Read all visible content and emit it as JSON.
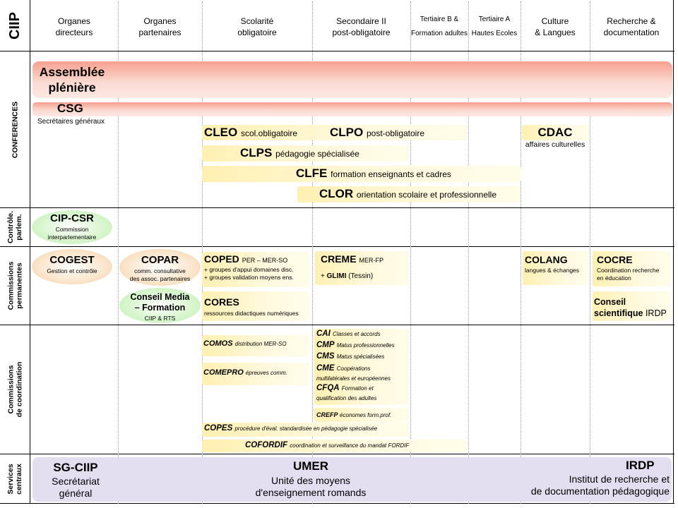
{
  "brand": "CIIP",
  "columns": [
    {
      "label": "Organes\ndirecteurs"
    },
    {
      "label": "Organes\npartenaires"
    },
    {
      "label": "Scolarité\nobligatoire"
    },
    {
      "label": "Secondaire II\npost-obligatoire"
    },
    {
      "label": "Tertiaire B  &\nFormation adultes"
    },
    {
      "label": "Tertiaire A\nHautes Ecoles"
    },
    {
      "label": "Culture\n& Langues"
    },
    {
      "label": "Recherche  &\ndocumentation"
    }
  ],
  "rows": [
    {
      "label": "CONFERENCES"
    },
    {
      "label": "Contrôle.\nparlem."
    },
    {
      "label": "Commissions\npermanentes"
    },
    {
      "label": "Commissions\nde coordination"
    },
    {
      "label": "Services\ncentraux"
    }
  ],
  "conferences": {
    "assemblee_line1": "Assemblée",
    "assemblee_line2": "plénière",
    "csg": "CSG",
    "csg_sub": "Secrétaires généraux",
    "cleo": "CLEO",
    "cleo_sub": "scol.obligatoire",
    "clpo": "CLPO",
    "clpo_sub": "post-obligatoire",
    "cdac": "CDAC",
    "cdac_sub": "affaires culturelles",
    "clps": "CLPS",
    "clps_sub": "pédagogie spécialisée",
    "clfe": "CLFE",
    "clfe_sub": "formation enseignants et cadres",
    "clor": "CLOR",
    "clor_sub": "orientation scolaire et professionnelle"
  },
  "controle": {
    "cipcsr": "CIP-CSR",
    "cipcsr_sub1": "Commission",
    "cipcsr_sub2": "interparlementaire"
  },
  "permanentes": {
    "cogest": "COGEST",
    "cogest_sub": "Gestion et contrôle",
    "copar": "COPAR",
    "copar_sub1": "comm. consultative",
    "copar_sub2": "des assoc. partenaires",
    "media_line1": "Conseil Media",
    "media_line2": "– Formation",
    "media_sub": "CIIP  & RTS",
    "coped": "COPED",
    "coped_sub": "PER  – MER-SO",
    "coped_l2": "+ groupes d'appui domaines disc.",
    "coped_l3": "+ groupes validation moyens ens.",
    "cores": "CORES",
    "cores_sub": "ressources didactiques  numériques",
    "creme": "CREME",
    "creme_sub": "MER-FP",
    "glimi_pre": "+",
    "glimi": "GLIMI",
    "glimi_sub": "(Tessin)",
    "colang": "COLANG",
    "colang_sub": "langues &  échanges",
    "cocre": "COCRE",
    "cocre_sub1": "Coordination recherche",
    "cocre_sub2": "en éducation",
    "conseil_l1": "Conseil",
    "conseil_l2": "scientifique",
    "conseil_irdp": "IRDP"
  },
  "coordination": {
    "comos": "COMOS",
    "comos_sub": "distribution MER-SO",
    "comepro": "COMEPRO",
    "comepro_sub": "épreuves comm.",
    "cai": "CAI",
    "cai_sub": "Classes et accords",
    "cmp": "CMP",
    "cmp_sub": "Matus professionnelles",
    "cms": "CMS",
    "cms_sub": "Matus spécialisées",
    "cme": "CME",
    "cme_sub1": "Coopérations",
    "cme_sub2": "multilatérales et européennes",
    "cfqa": "CFQA",
    "cfqa_sub1": "Formation et",
    "cfqa_sub2": "qualification des adultes",
    "crefp": "CREFP",
    "crefp_sub": "économes form.prof.",
    "copes": "COPES",
    "copes_sub": "procédure d'éval. standardisée en pédagogie spécialisée",
    "cofordif": "COFORDIF",
    "cofordif_sub": "coordination et surveillance du mandat  FORDIF"
  },
  "services": {
    "sgciip": "SG-CIIP",
    "sg_l1": "Secrétariat",
    "sg_l2": "général",
    "umer": "UMER",
    "umer_l1": "Unité des moyens",
    "umer_l2": "d'enseignement romands",
    "irdp": "IRDP",
    "irdp_l1": "Institut de recherche et",
    "irdp_l2": "de documentation pédagogique"
  }
}
